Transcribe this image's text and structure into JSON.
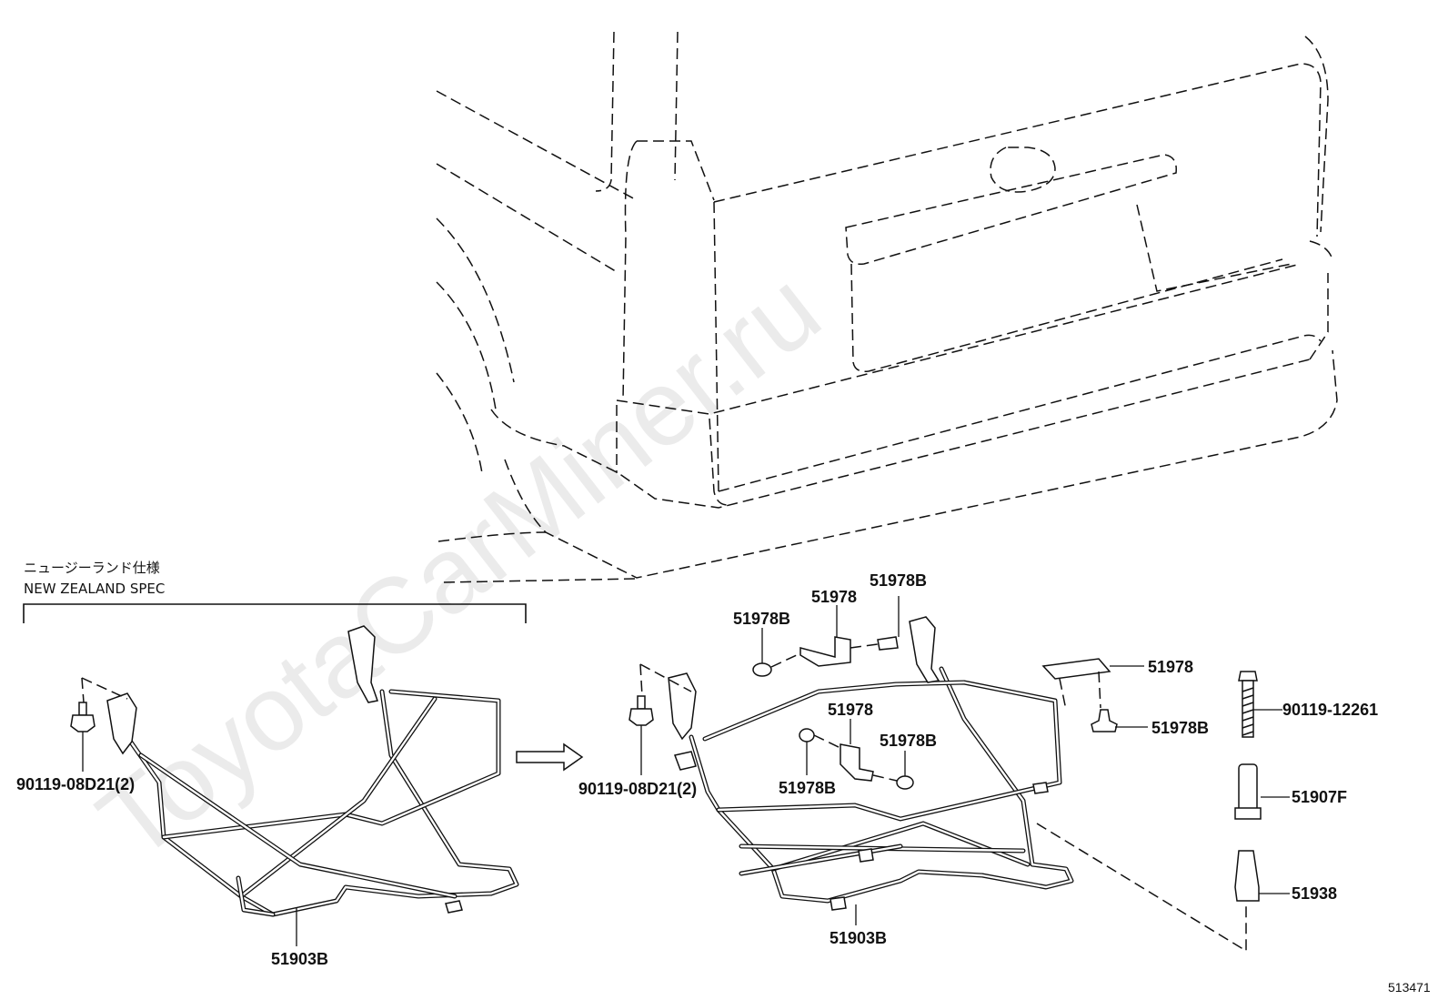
{
  "watermark": "ToyotaCarMiner.ru",
  "diagram_id": "513471",
  "spec_note": {
    "japanese": "ニュージーランド仕様",
    "english": "NEW ZEALAND SPEC"
  },
  "part_labels": {
    "left_bolt": "90119-08D21(2)",
    "left_frame": "51903B",
    "right_bolt": "90119-08D21(2)",
    "right_frame": "51903B",
    "clip_top_left": "51978B",
    "bracket_top": "51978",
    "clip_top_right": "51978B",
    "bracket_mid": "51978",
    "clip_mid_left": "51978B",
    "clip_mid_right": "51978B",
    "plate_right": "51978",
    "clip_right": "51978B",
    "long_bolt": "90119-12261",
    "sleeve": "51907F",
    "bushing": "51938"
  }
}
